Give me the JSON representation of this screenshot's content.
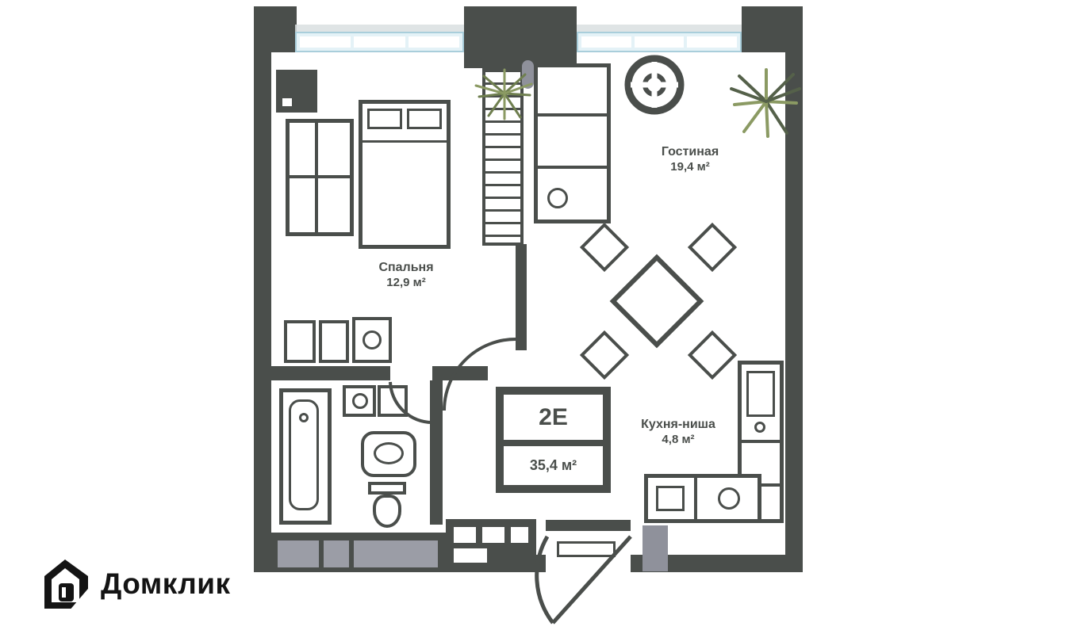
{
  "branding": {
    "logo_text": "Домклик"
  },
  "plan": {
    "info_box": {
      "type_label": "2Е",
      "total_area": "35,4 м²"
    },
    "rooms": [
      {
        "name": "Спальня",
        "area": "12,9 м²"
      },
      {
        "name": "Гостиная",
        "area": "19,4 м²"
      },
      {
        "name": "Кухня-ниша",
        "area": "4,8 м²"
      }
    ]
  },
  "icons": {
    "logo_house": "house-outline",
    "plant": "palm-plant",
    "ceiling_lamp": "round-lamp",
    "door_arc": "quarter-circle-swing"
  },
  "colors": {
    "bg": "#ffffff",
    "ink": "#4a4e4b",
    "light_gray": "#9b9da6",
    "door_gray": "#8f919b",
    "window_fill": "#e4f2f7",
    "window_border": "#a9cedb",
    "window_shadow": "#d9dfe1",
    "plant_green": "#8b9a63",
    "plant_dark": "#55614a",
    "logo_black": "#141414"
  }
}
